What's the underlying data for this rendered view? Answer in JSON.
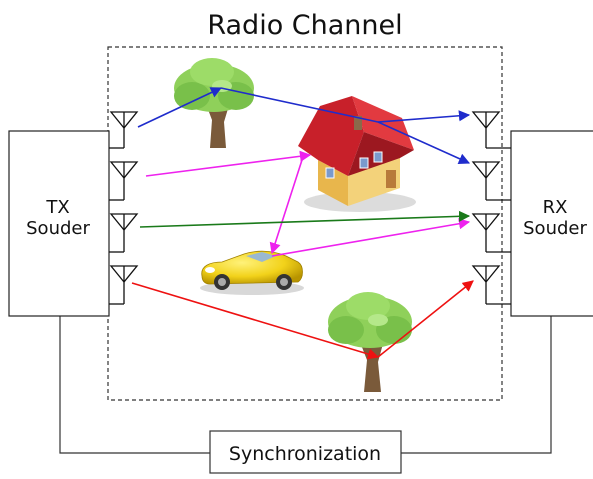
{
  "title": "Radio Channel",
  "tx_block": {
    "line1": "TX",
    "line2": "Souder"
  },
  "rx_block": {
    "line1": "RX",
    "line2": "Souder"
  },
  "sync_label": "Synchronization",
  "colors": {
    "blue": "#1f2ccc",
    "magenta": "#ee22ee",
    "green": "#1a7a1a",
    "red": "#ee1111",
    "frame": "#222222"
  },
  "icons": [
    "tree-icon",
    "house-icon",
    "car-icon",
    "antenna-icon"
  ]
}
